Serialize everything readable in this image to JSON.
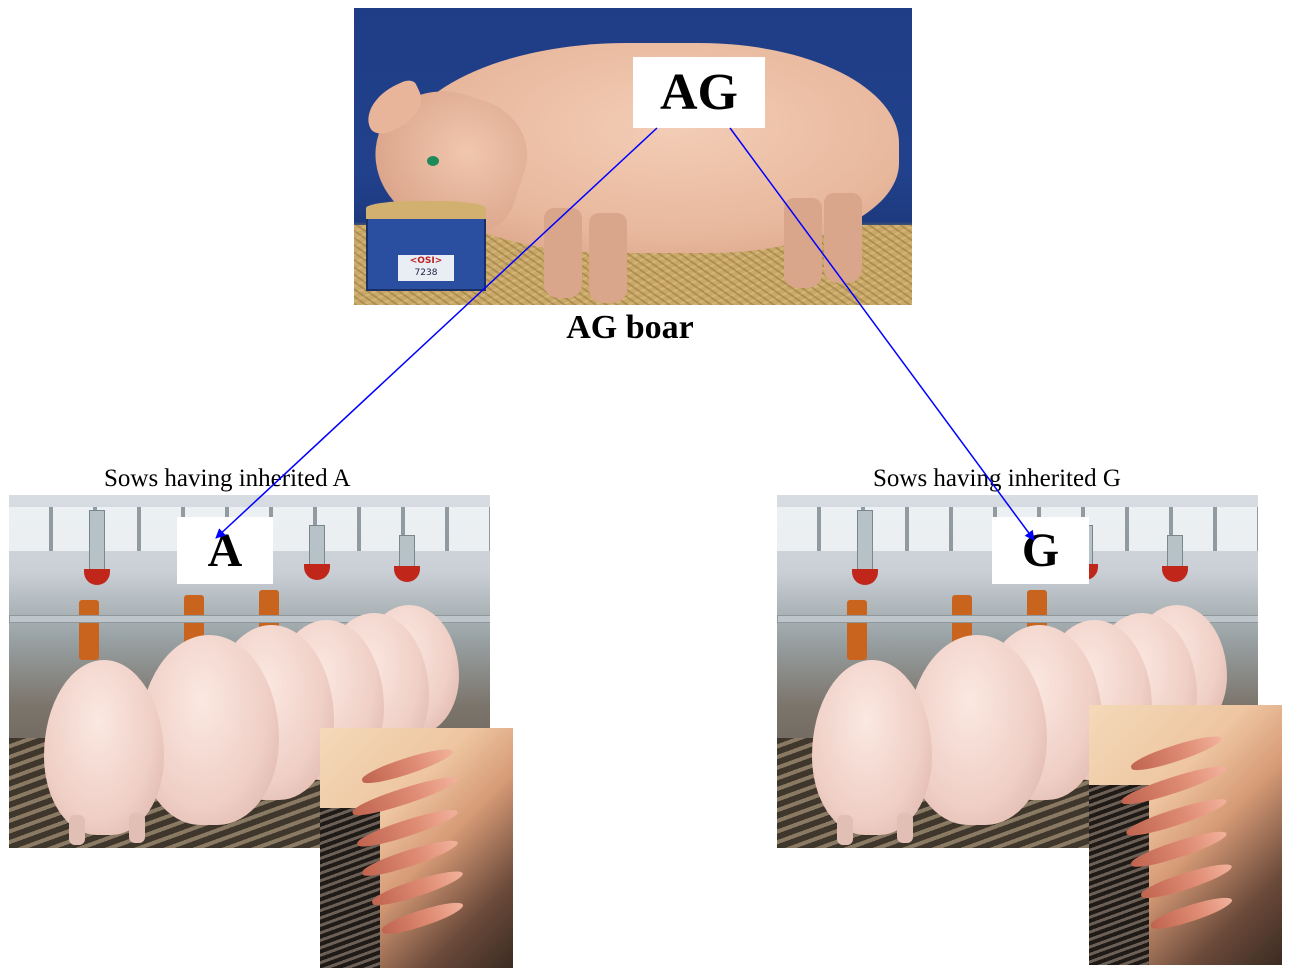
{
  "boar": {
    "genotype": "AG",
    "caption": "AG boar",
    "feeder_label_brand": "<OSI>",
    "feeder_label_number": "7238"
  },
  "sow_groups": [
    {
      "caption": "Sows having inherited A",
      "allele": "A"
    },
    {
      "caption": "Sows having inherited G",
      "allele": "G"
    }
  ],
  "colors": {
    "arrow": "#0000ff",
    "label_background": "#ffffff",
    "text": "#000000"
  }
}
